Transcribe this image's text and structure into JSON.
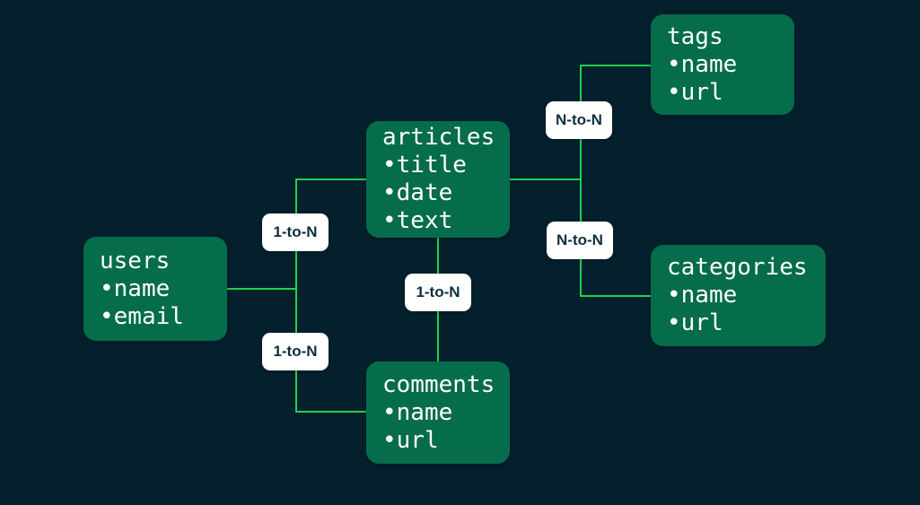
{
  "diagram": {
    "title": "blog-database-er-diagram",
    "colors": {
      "background": "#04202d",
      "entity_box": "#056c4c",
      "connector_line": "#1fd14f",
      "label_background": "#ffffff",
      "label_text": "#0d2e3e",
      "entity_text": "#ffffff"
    }
  },
  "entities": [
    {
      "id": "users",
      "title": "users",
      "fields": [
        "•name",
        "•email"
      ]
    },
    {
      "id": "articles",
      "title": "articles",
      "fields": [
        "•title",
        "•date",
        "•text"
      ]
    },
    {
      "id": "comments",
      "title": "comments",
      "fields": [
        "•name",
        "•url"
      ]
    },
    {
      "id": "tags",
      "title": "tags",
      "fields": [
        "•name",
        "•url"
      ]
    },
    {
      "id": "categories",
      "title": "categories",
      "fields": [
        "•name",
        "•url"
      ]
    }
  ],
  "relationships": [
    {
      "from": "users",
      "to": "articles",
      "label": "1-to-N"
    },
    {
      "from": "users",
      "to": "comments",
      "label": "1-to-N"
    },
    {
      "from": "articles",
      "to": "comments",
      "label": "1-to-N"
    },
    {
      "from": "articles",
      "to": "tags",
      "label": "N-to-N"
    },
    {
      "from": "articles",
      "to": "categories",
      "label": "N-to-N"
    }
  ]
}
